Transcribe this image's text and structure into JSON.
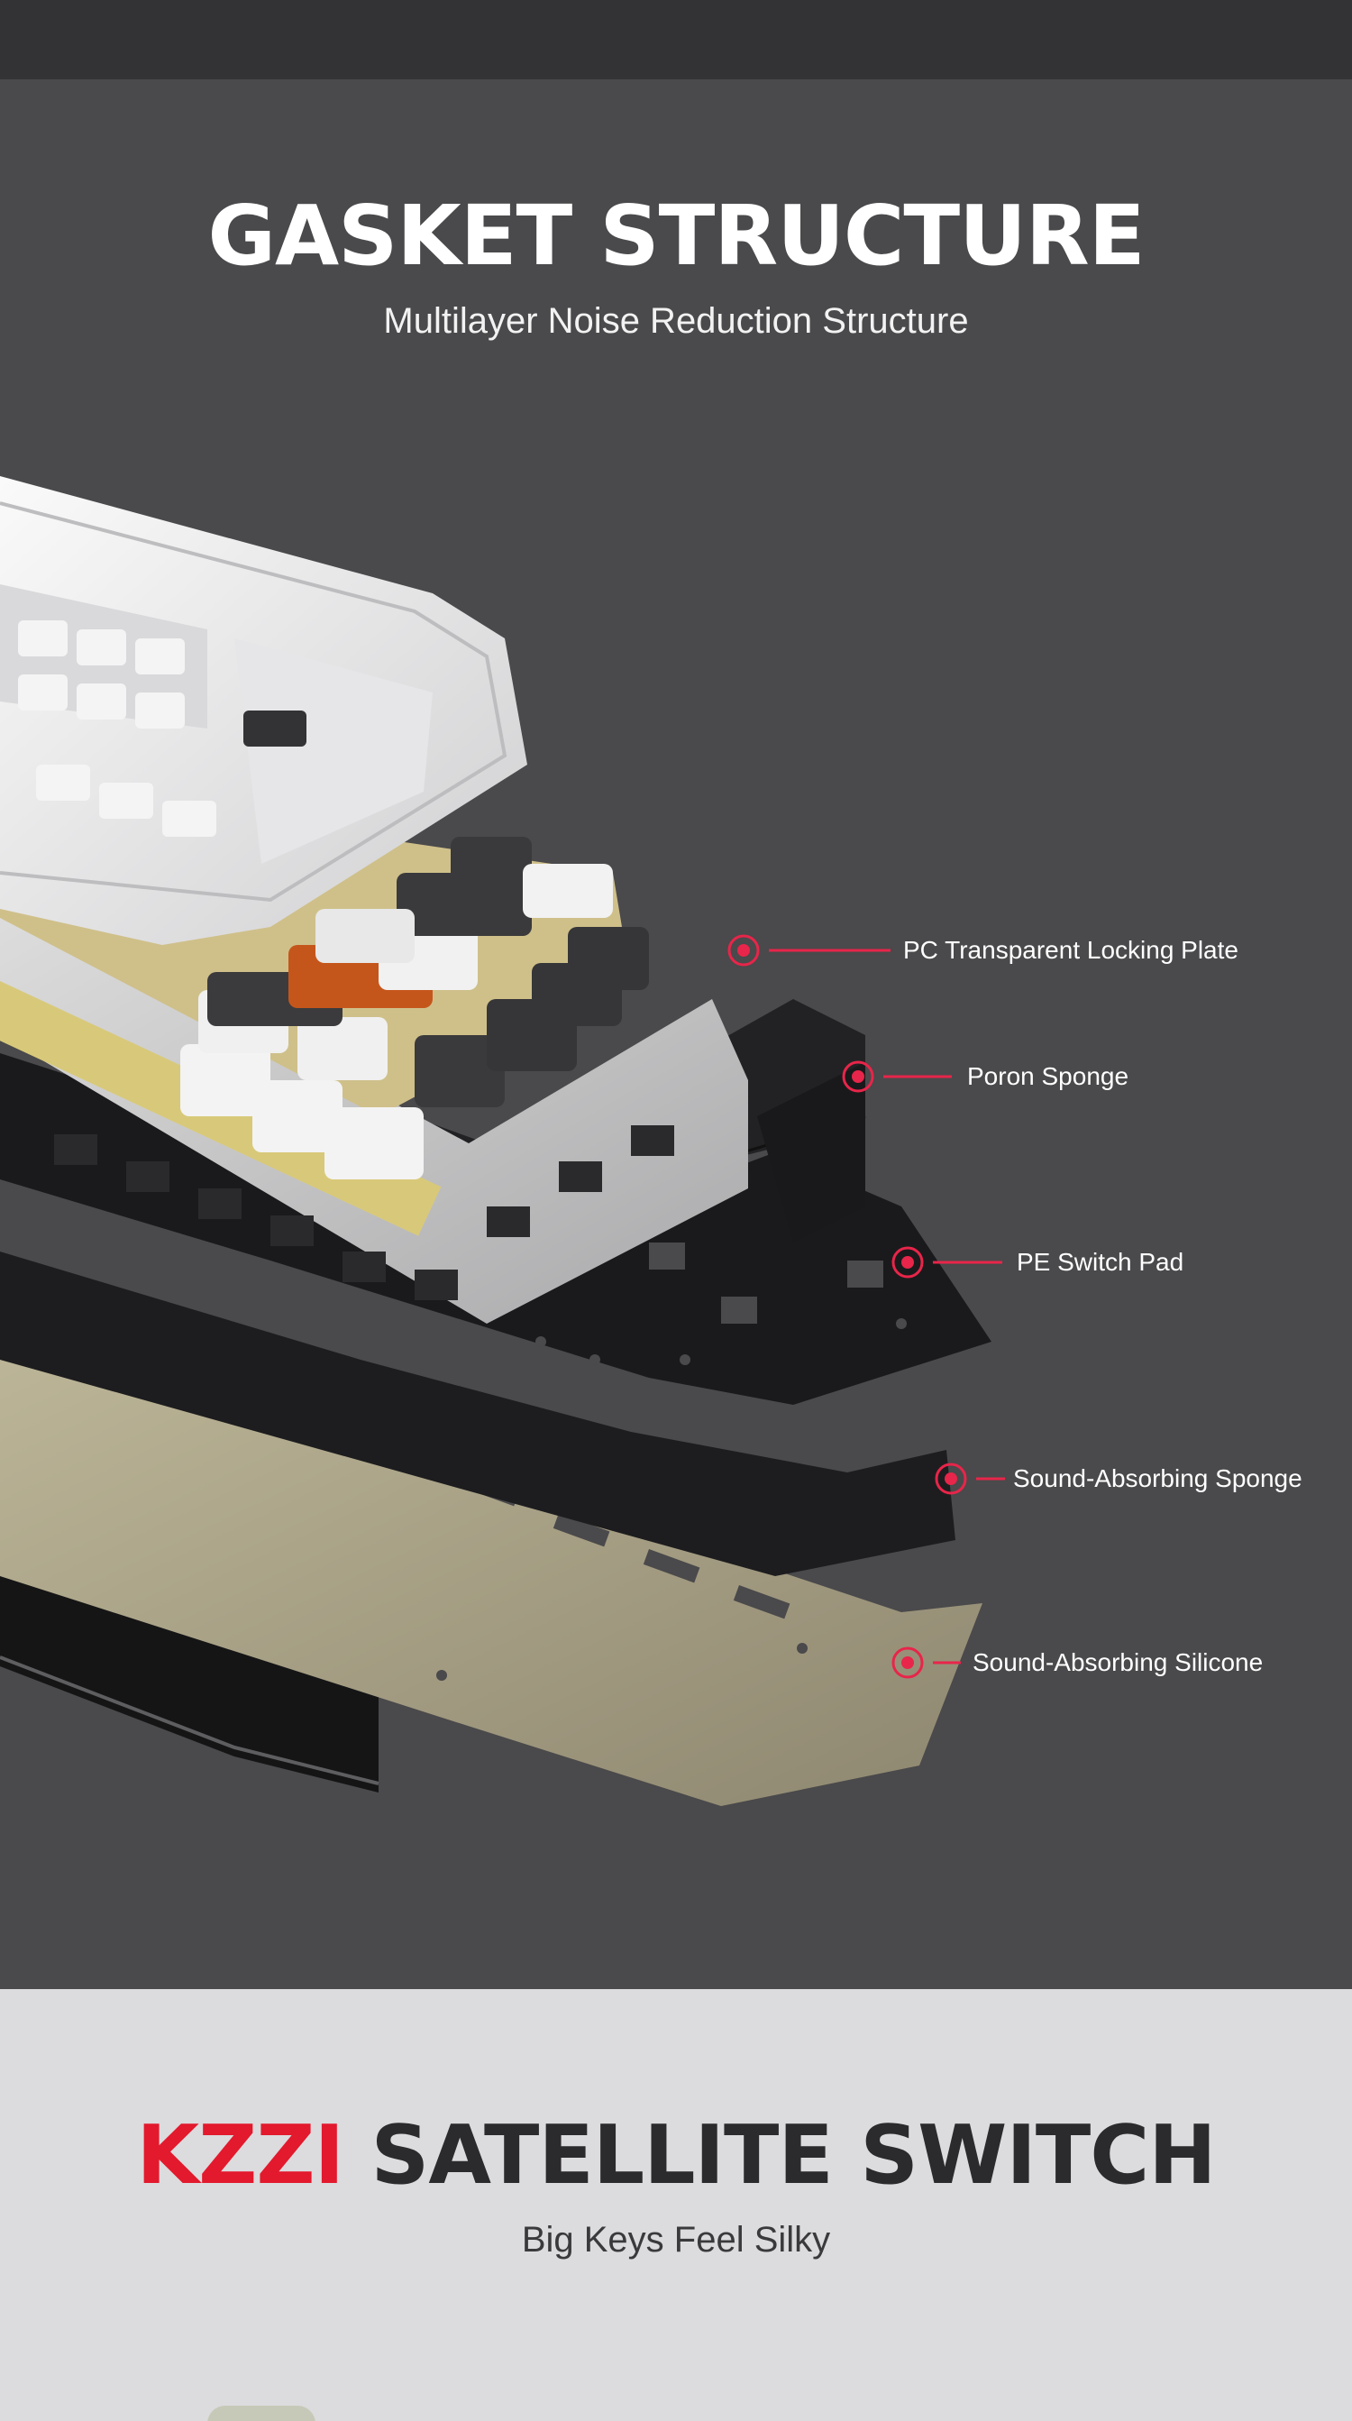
{
  "gasket": {
    "title": "GASKET STRUCTURE",
    "subtitle": "Multilayer Noise Reduction Structure",
    "callouts": [
      "PC Transparent Locking Plate",
      "Poron Sponge",
      "PE Switch Pad",
      "Sound-Absorbing Sponge",
      "Sound-Absorbing Silicone"
    ],
    "accent_color": "#e8254a"
  },
  "switch": {
    "brand": "KZZI",
    "title_rest": "SATELLITE SWITCH",
    "subtitle": "Big Keys Feel Silky",
    "brand_color": "#e3192d"
  }
}
